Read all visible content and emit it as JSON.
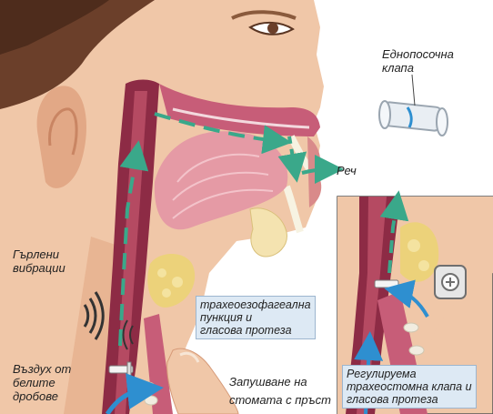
{
  "labels": {
    "one_way_valve": [
      "Еднопосочна",
      "клапа"
    ],
    "speech": "Реч",
    "laryngeal_vibrations": [
      "Гърлени",
      "вибрации"
    ],
    "tracheoesophageal": [
      "трахеоезофагеална",
      "пункция и",
      "гласова протеза"
    ],
    "air_from_lungs": [
      "Въздух от",
      "белите",
      "дробове"
    ],
    "finger_occlusion": [
      "Запушване на",
      "стомата с пръст"
    ],
    "adjustable_valve": [
      "Регулируема",
      "трахеостомна клапа и",
      "гласова протеза"
    ]
  },
  "colors": {
    "skin": "#f0c7a8",
    "skin_shadow": "#e2a886",
    "tissue": "#d9a0a8",
    "tissue_dark": "#8d2b45",
    "fat": "#ecd27a",
    "air_arrow": "#3aa88a",
    "flow_arrow": "#2e8fd0",
    "hair": "#6b3f2a",
    "label_box": "#dde9f4"
  },
  "icons": {
    "one_way_valve": "one-way-valve-icon",
    "sound_waves": "sound-waves-icon"
  }
}
